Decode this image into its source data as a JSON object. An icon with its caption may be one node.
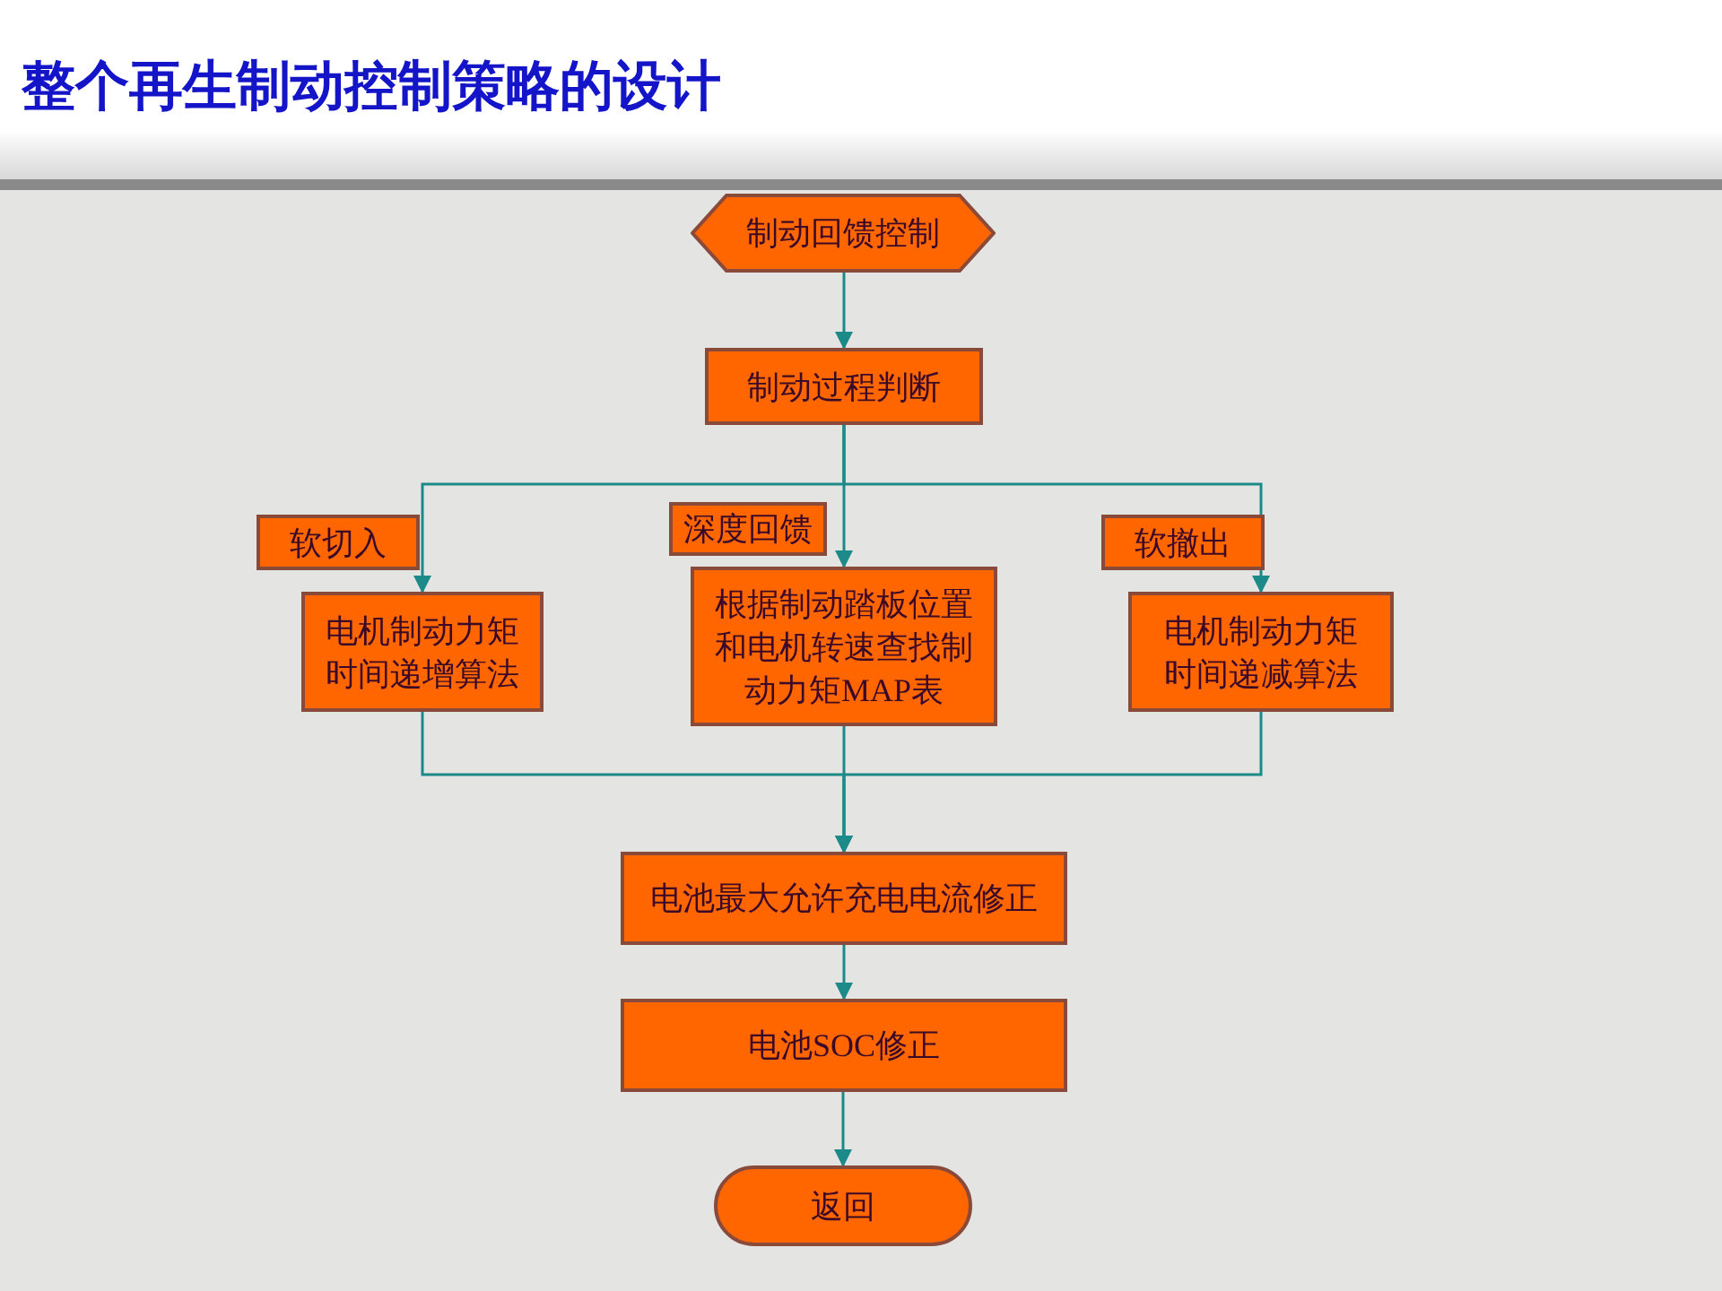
{
  "diagram": {
    "title": "整个再生制动控制策略的设计",
    "nodes": [
      {
        "text": [
          "制动回馈控制"
        ]
      },
      {
        "text": [
          "制动过程判断"
        ]
      },
      {
        "text": [
          "软切入"
        ]
      },
      {
        "text": [
          "深度回馈"
        ]
      },
      {
        "text": [
          "软撤出"
        ]
      },
      {
        "text": [
          "电机制动力矩时间递增算法"
        ]
      },
      {
        "text": [
          "根据制动踏板位置和电机转速查找制动力矩MAP表"
        ]
      },
      {
        "text": [
          "电机制动力矩时间递减算法"
        ]
      },
      {
        "text": [
          "电池最大允许充电电流修正"
        ]
      },
      {
        "text": [
          "电池SOC修正"
        ]
      },
      {
        "text": [
          "返回"
        ]
      }
    ],
    "edges": [
      {
        "from": 0,
        "to": 1,
        "arrow": "to"
      },
      {
        "from": 1,
        "to": 5,
        "arrow": "to"
      },
      {
        "from": 1,
        "to": 6,
        "arrow": "to"
      },
      {
        "from": 1,
        "to": 7,
        "arrow": "to"
      },
      {
        "from": 5,
        "to": 8,
        "arrow": "to"
      },
      {
        "from": 6,
        "to": 8,
        "arrow": "to"
      },
      {
        "from": 7,
        "to": 8,
        "arrow": "to"
      },
      {
        "from": 8,
        "to": 9,
        "arrow": "to"
      },
      {
        "from": 9,
        "to": 10,
        "arrow": "to"
      }
    ]
  }
}
